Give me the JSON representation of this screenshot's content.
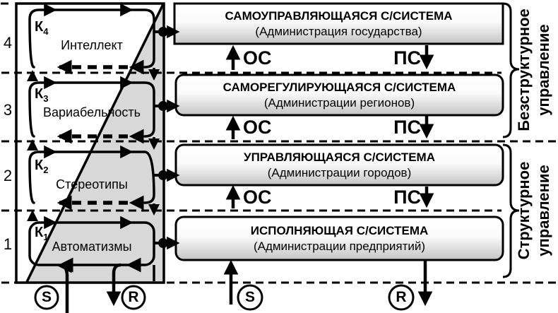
{
  "diagram": {
    "levels": [
      {
        "num": "4",
        "k_base": "К",
        "k_sub": "4",
        "name": "Интеллект"
      },
      {
        "num": "3",
        "k_base": "К",
        "k_sub": "3",
        "name": "Вариабельность"
      },
      {
        "num": "2",
        "k_base": "К",
        "k_sub": "2",
        "name": "Стереотипы"
      },
      {
        "num": "1",
        "k_base": "К",
        "k_sub": "1",
        "name": "Автоматизмы"
      }
    ],
    "systems": [
      {
        "title": "САМОУПРАВЛЯЮЩАЯСЯ С/СИСТЕМА",
        "subtitle": "(Администрация государства)"
      },
      {
        "title": "САМОРЕГУЛИРУЮЩАЯСЯ С/СИСТЕМА",
        "subtitle": "(Администрации регионов)"
      },
      {
        "title": "УПРАВЛЯЮЩАЯСЯ С/СИСТЕМА",
        "subtitle": "(Администрации городов)"
      },
      {
        "title": "ИСПОЛНЯЮЩАЯ С/СИСТЕМА",
        "subtitle": "(Администрации предприятий)"
      }
    ],
    "feedback_label": "ОС",
    "feedforward_label": "ПС",
    "input_label": "S",
    "output_label": "R",
    "brace_labels": [
      {
        "line1": "Безструктурное",
        "line2": "управление"
      },
      {
        "line1": "Структурное",
        "line2": "управление"
      }
    ],
    "colors": {
      "ink": "#000000",
      "shade": "#d8d8d8",
      "box_gradient_top": "#ffffff",
      "box_gradient_bottom": "#c4c4c4"
    }
  }
}
